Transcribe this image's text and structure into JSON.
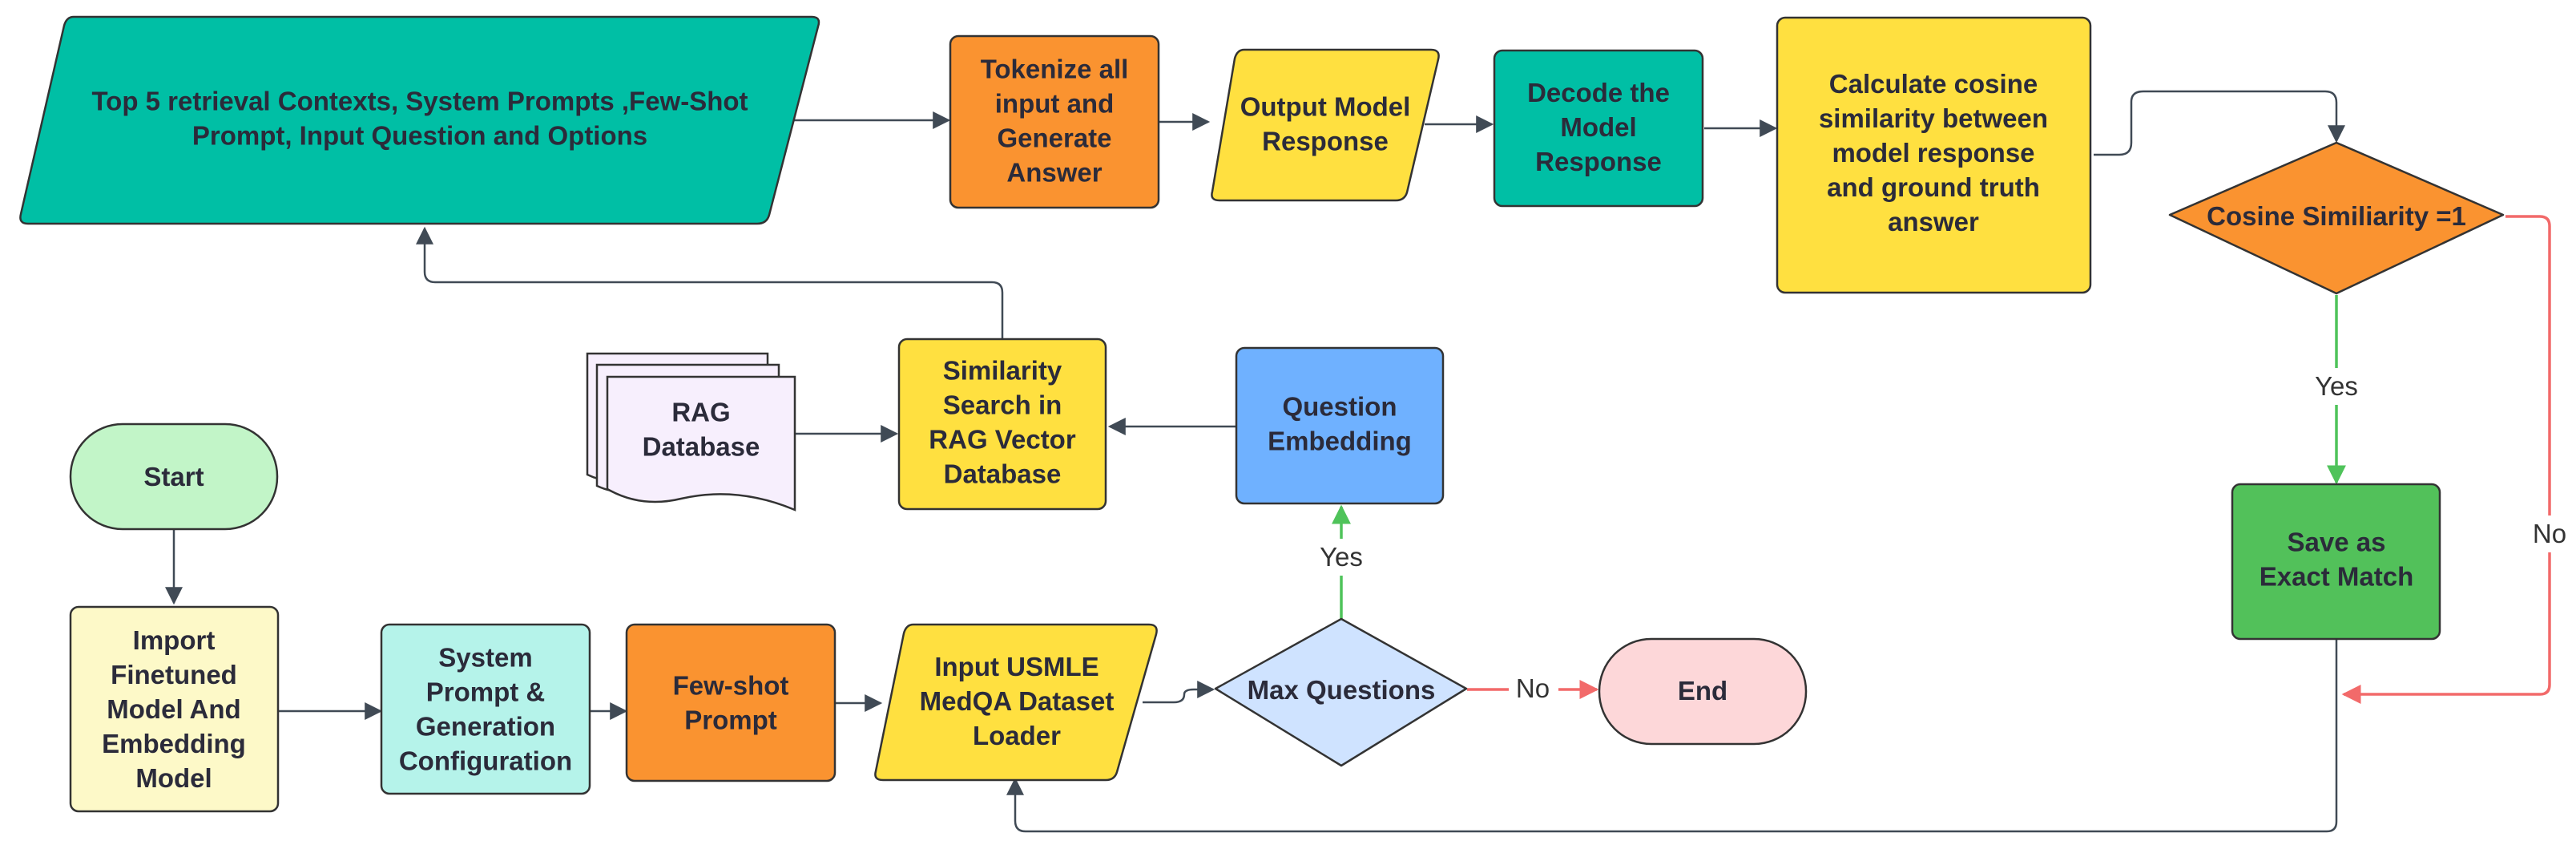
{
  "nodes": {
    "start": {
      "lines": [
        "Start"
      ]
    },
    "import": {
      "lines": [
        "Import",
        "Finetuned",
        "Model And",
        "Embedding",
        "Model"
      ]
    },
    "system_prompt": {
      "lines": [
        "System",
        "Prompt &",
        "Generation",
        "Configuration"
      ]
    },
    "few_shot": {
      "lines": [
        "Few-shot",
        "Prompt"
      ]
    },
    "input_usmle": {
      "lines": [
        "Input USMLE",
        "MedQA Dataset",
        "Loader"
      ]
    },
    "max_questions": {
      "lines": [
        "Max Questions"
      ]
    },
    "end": {
      "lines": [
        "End"
      ]
    },
    "question_embedding": {
      "lines": [
        "Question",
        "Embedding"
      ]
    },
    "similarity_search": {
      "lines": [
        "Similarity",
        "Search in",
        "RAG Vector",
        "Database"
      ]
    },
    "rag_database": {
      "lines": [
        "RAG",
        "Database"
      ]
    },
    "top5": {
      "lines": [
        "Top 5 retrieval Contexts, System Prompts ,Few-Shot",
        "Prompt, Input Question and Options"
      ]
    },
    "tokenize": {
      "lines": [
        "Tokenize all",
        "input and",
        "Generate",
        "Answer"
      ]
    },
    "output_model": {
      "lines": [
        "Output Model",
        "Response"
      ]
    },
    "decode": {
      "lines": [
        "Decode the",
        "Model",
        "Response"
      ]
    },
    "cosine_calc": {
      "lines": [
        "Calculate cosine",
        "similarity between",
        "model response",
        "and ground truth",
        "answer"
      ]
    },
    "cosine_check": {
      "lines": [
        "Cosine Similiarity =1"
      ]
    },
    "save_exact": {
      "lines": [
        "Save as",
        "Exact Match"
      ]
    }
  },
  "edge_labels": {
    "max_yes": "Yes",
    "max_no": "No",
    "cosine_yes": "Yes",
    "cosine_no": "No"
  },
  "colors": {
    "teal": "#00bfa5",
    "orange": "#fa9330",
    "yellow": "#ffe040",
    "light_yellow": "#fdf9c8",
    "mint": "#b5f3ea",
    "light_green": "#c2f5c8",
    "pink": "#fdd7d9",
    "blue": "#6fb1ff",
    "light_blue": "#cfe3ff",
    "lavender": "#f7effd",
    "green": "#52c15a",
    "edge_dark": "#404a55",
    "edge_green": "#4fc35a",
    "edge_red": "#f26a6a"
  }
}
